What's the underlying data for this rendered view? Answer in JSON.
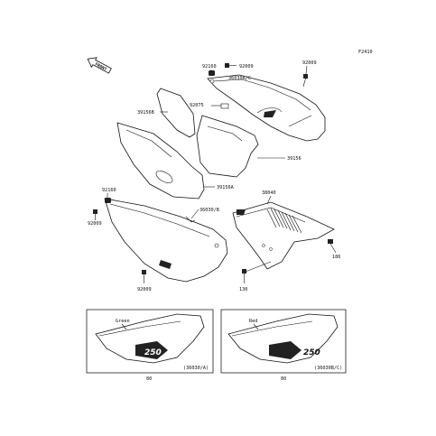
{
  "diagram_code": "F2410",
  "front_label": "FRONT",
  "parts": {
    "p92160_top": "92160",
    "p92009_top_mid": "92009",
    "p92009_top_right": "92009",
    "p36030ac": "36030A/C",
    "p92075": "92075",
    "p39156b": "39156B",
    "p39156": "39156",
    "p39156a": "39156A",
    "p36030b": "36030/B",
    "p92160_left": "92160",
    "p92009_left": "92009",
    "p92009_bottom": "92009",
    "p38040": "38040",
    "p186": "186",
    "p130": "130"
  },
  "variants": [
    {
      "color": "Green",
      "part": "(36030/A)",
      "code": "80"
    },
    {
      "color": "Red",
      "part": "(36030B/C)",
      "code": "80"
    }
  ],
  "decal_text": "250"
}
